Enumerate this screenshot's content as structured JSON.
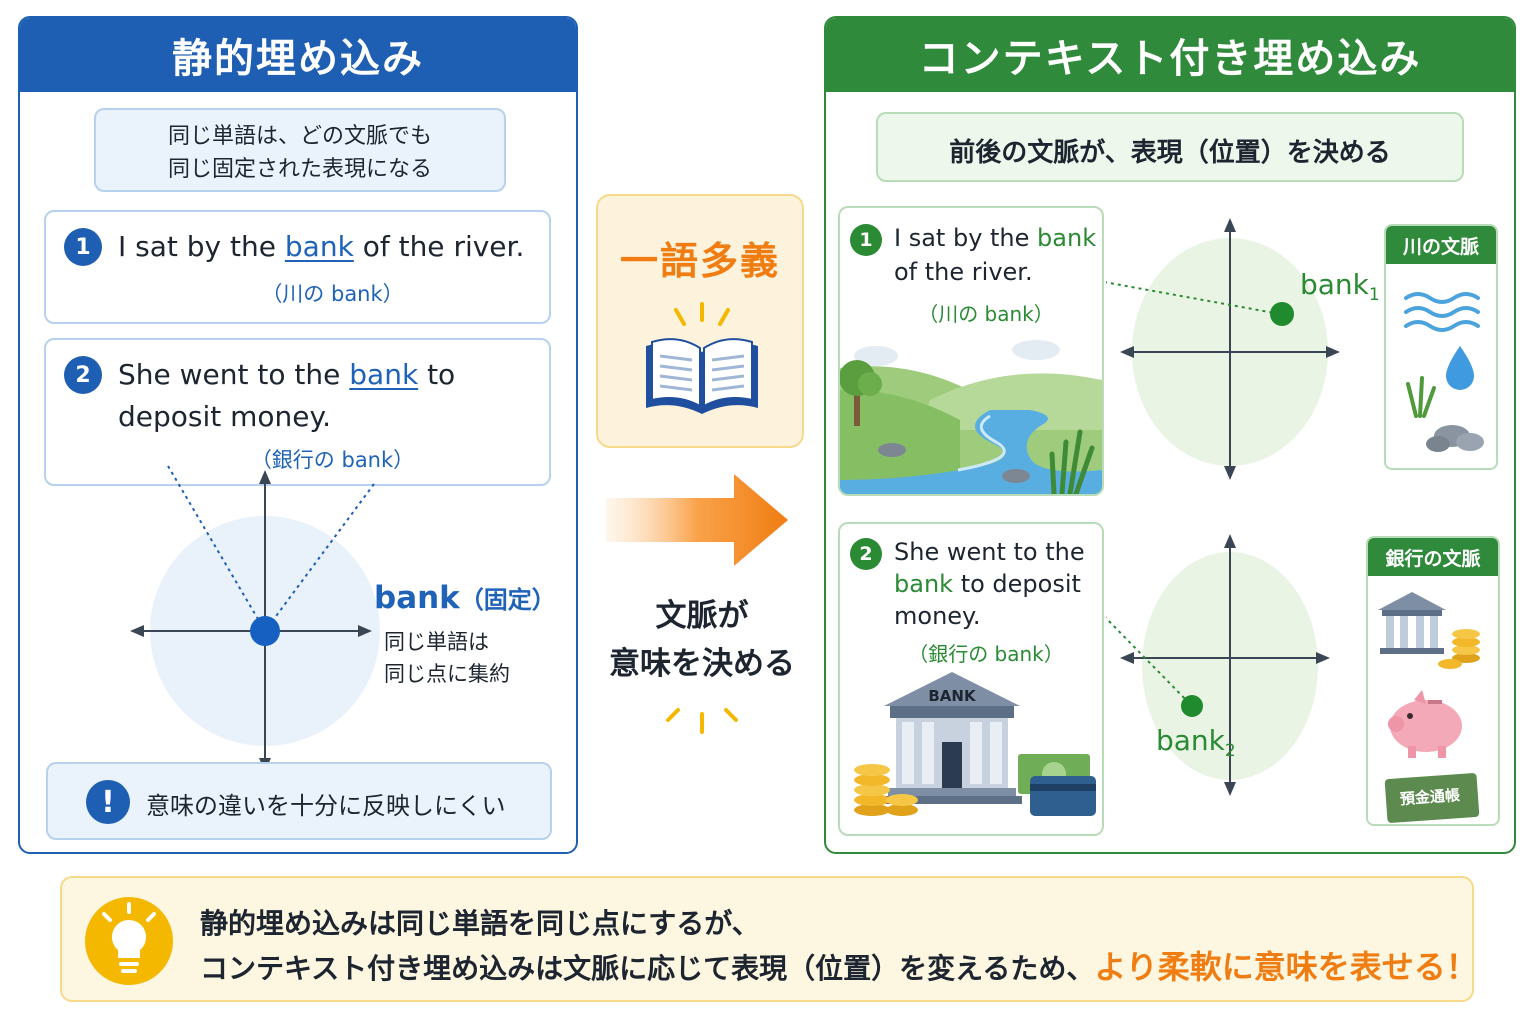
{
  "static": {
    "title": "静的埋め込み",
    "summary_line1": "同じ単語は、どの文脈でも",
    "summary_line2": "同じ固定された表現になる",
    "ex1": {
      "num": "1",
      "pre": "I sat by the ",
      "word": "bank",
      "post": " of the river.",
      "note": "（川の bank）"
    },
    "ex2": {
      "num": "2",
      "pre": "She went to the ",
      "word": "bank",
      "post": " to",
      "line2": "deposit money.",
      "note": "（銀行の bank）"
    },
    "point_word": "bank",
    "point_tag": "（固定）",
    "point_desc1": "同じ単語は",
    "point_desc2": "同じ点に集約",
    "warning_mark": "!",
    "warning": "意味の違いを十分に反映しにくい"
  },
  "middle": {
    "polysemy": "一語多義",
    "caption_line1": "文脈が",
    "caption_line2": "意味を決める"
  },
  "contextual": {
    "title": "コンテキスト付き埋め込み",
    "summary": "前後の文脈が、表現（位置）を決める",
    "ex1": {
      "num": "1",
      "pre": "I sat by the ",
      "word": "bank",
      "line2": "of the river.",
      "note": "（川の bank）"
    },
    "ex2": {
      "num": "2",
      "line1": "She went to the",
      "word": "bank",
      "post": " to deposit",
      "line3": "money.",
      "note": "（銀行の bank）"
    },
    "bank1_word": "bank",
    "bank1_sub": "1",
    "bank2_word": "bank",
    "bank2_sub": "2",
    "river_context": "川の文脈",
    "bank_context": "銀行の文脈",
    "bank_building_label": "BANK",
    "passbook_label": "預金通帳"
  },
  "bottom": {
    "line1": "静的埋め込みは同じ単語を同じ点にするが、",
    "line2_main": "コンテキスト付き埋め込みは文脈に応じて表現（位置）を変えるため、",
    "line2_accent": "より柔軟に意味を表せる！"
  },
  "colors": {
    "static_blue": "#1f5fb3",
    "contextual_green": "#2f8a3b",
    "accent_orange": "#f07d12",
    "note_yellow_bg": "#fdf6e1"
  },
  "icons": [
    "book-icon",
    "arrow-right-icon",
    "warning-icon",
    "lightbulb-icon",
    "water-waves-icon",
    "water-drop-icon",
    "grass-icon",
    "rocks-icon",
    "bank-building-icon",
    "coins-icon",
    "piggy-bank-icon",
    "passbook-icon",
    "cash-icon",
    "credit-card-icon",
    "river-landscape-illustration"
  ]
}
